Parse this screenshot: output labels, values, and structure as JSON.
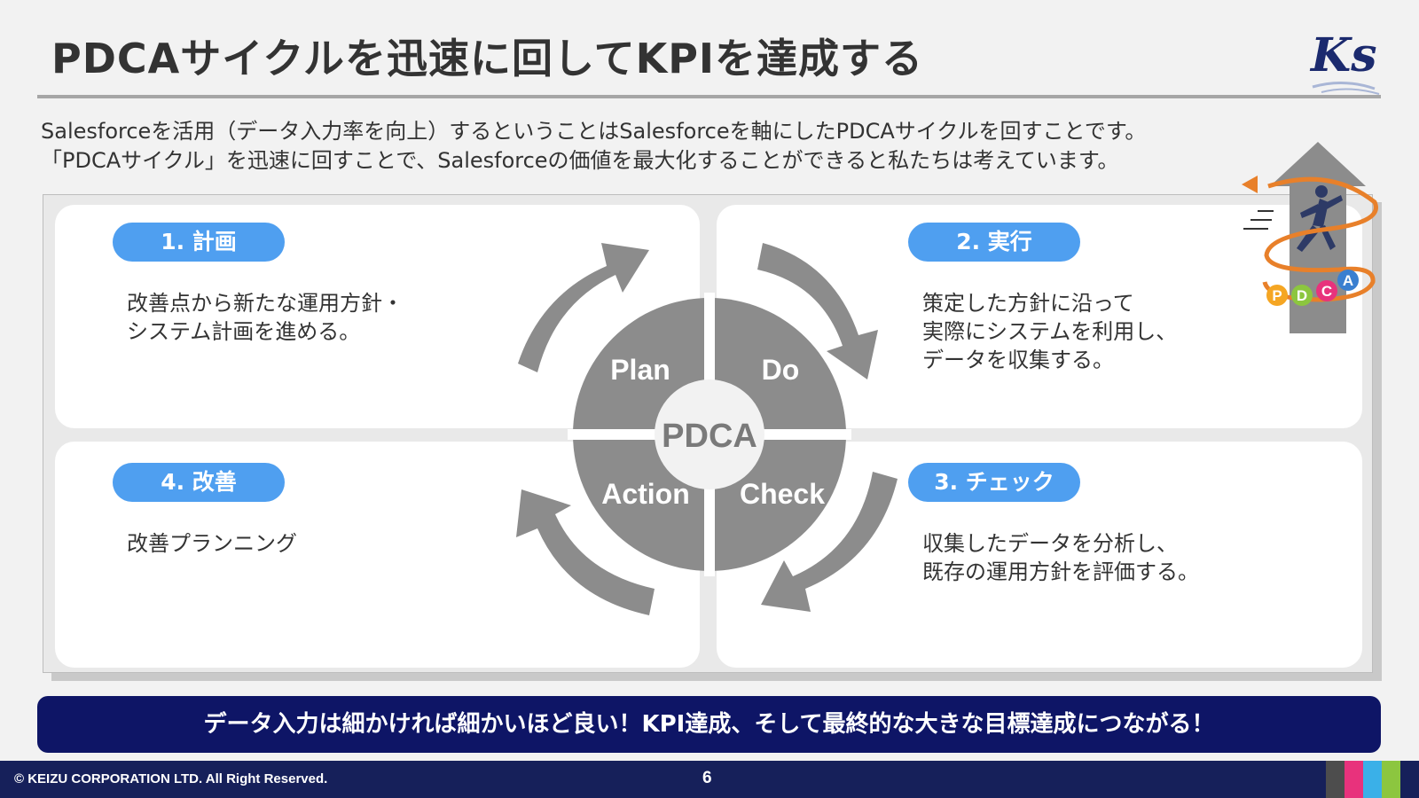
{
  "title": "PDCAサイクルを迅速に回してKPIを達成する",
  "logo": {
    "text": "Ks"
  },
  "intro": {
    "line1": "Salesforceを活用（データ入力率を向上）するということはSalesforceを軸にしたPDCAサイクルを回すことです。",
    "line2": "「PDCAサイクル」を迅速に回すことで、Salesforceの価値を最大化することができると私たちは考えています。"
  },
  "quadrants": {
    "plan": {
      "label": "1. 計画",
      "lines": [
        "改善点から新たな運用方針・",
        "システム計画を進める。"
      ]
    },
    "do": {
      "label": "2. 実行",
      "lines": [
        "策定した方針に沿って",
        "実際にシステムを利用し、",
        "データを収集する。"
      ]
    },
    "check": {
      "label": "3. チェック",
      "lines": [
        "収集したデータを分析し、",
        "既存の運用方針を評価する。"
      ]
    },
    "action": {
      "label": "4. 改善",
      "lines": [
        "改善プランニング"
      ]
    }
  },
  "cycle": {
    "center": "PDCA",
    "plan": "Plan",
    "do": "Do",
    "check": "Check",
    "action": "Action"
  },
  "illustration": {
    "letters": [
      "P",
      "D",
      "C",
      "A"
    ]
  },
  "banner": "データ入力は細かければ細かいほど良い！KPI達成、そして最終的な大きな目標達成につながる！",
  "footer": {
    "copyright": "© KEIZU CORPORATION LTD. All Right Reserved.",
    "page": "6"
  },
  "colors": {
    "pill": "#4f9ff0",
    "banner": "#0e1566",
    "footer": "#16205a",
    "cycle_gray": "#8c8c8c",
    "stripes": [
      "#4d4d4d",
      "#e8327c",
      "#3ab0e8",
      "#8cc63f"
    ]
  }
}
